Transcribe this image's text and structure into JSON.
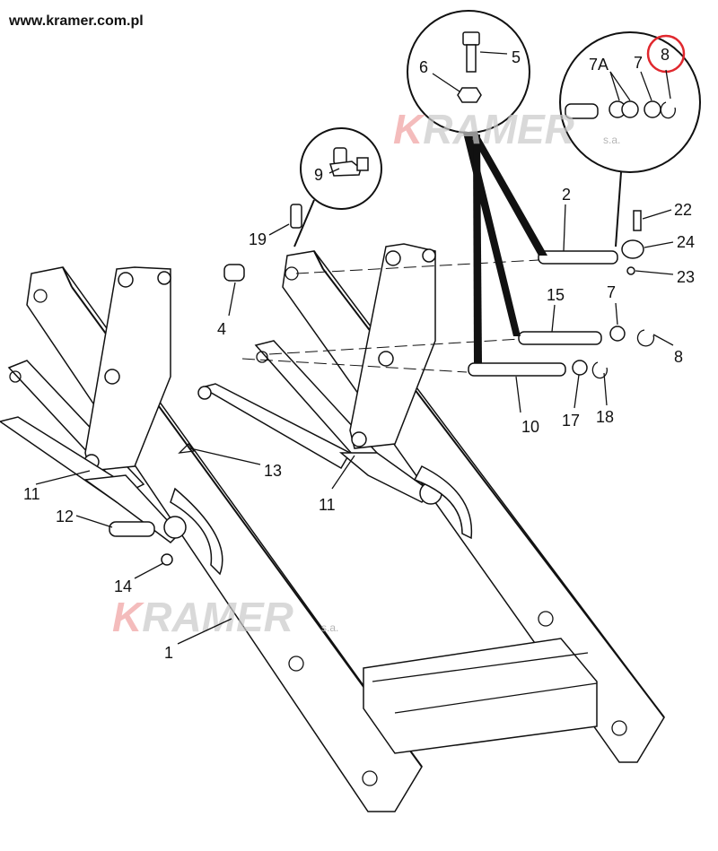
{
  "website": "www.kramer.com.pl",
  "watermark": {
    "brand": "KRAMER",
    "suffix": "s.a."
  },
  "highlight_color": "#e0282e",
  "highlighted_part": "8",
  "labels": {
    "p5": "5",
    "p6": "6",
    "p7a": "7A",
    "p7_top": "7",
    "p8_top": "8",
    "p9": "9",
    "p19": "19",
    "p2": "2",
    "p22": "22",
    "p24": "24",
    "p23": "23",
    "p4": "4",
    "p15": "15",
    "p7": "7",
    "p8": "8",
    "p10": "10",
    "p17": "17",
    "p18": "18",
    "p13": "13",
    "p11_left": "11",
    "p11_mid": "11",
    "p12": "12",
    "p14": "14",
    "p1": "1"
  }
}
